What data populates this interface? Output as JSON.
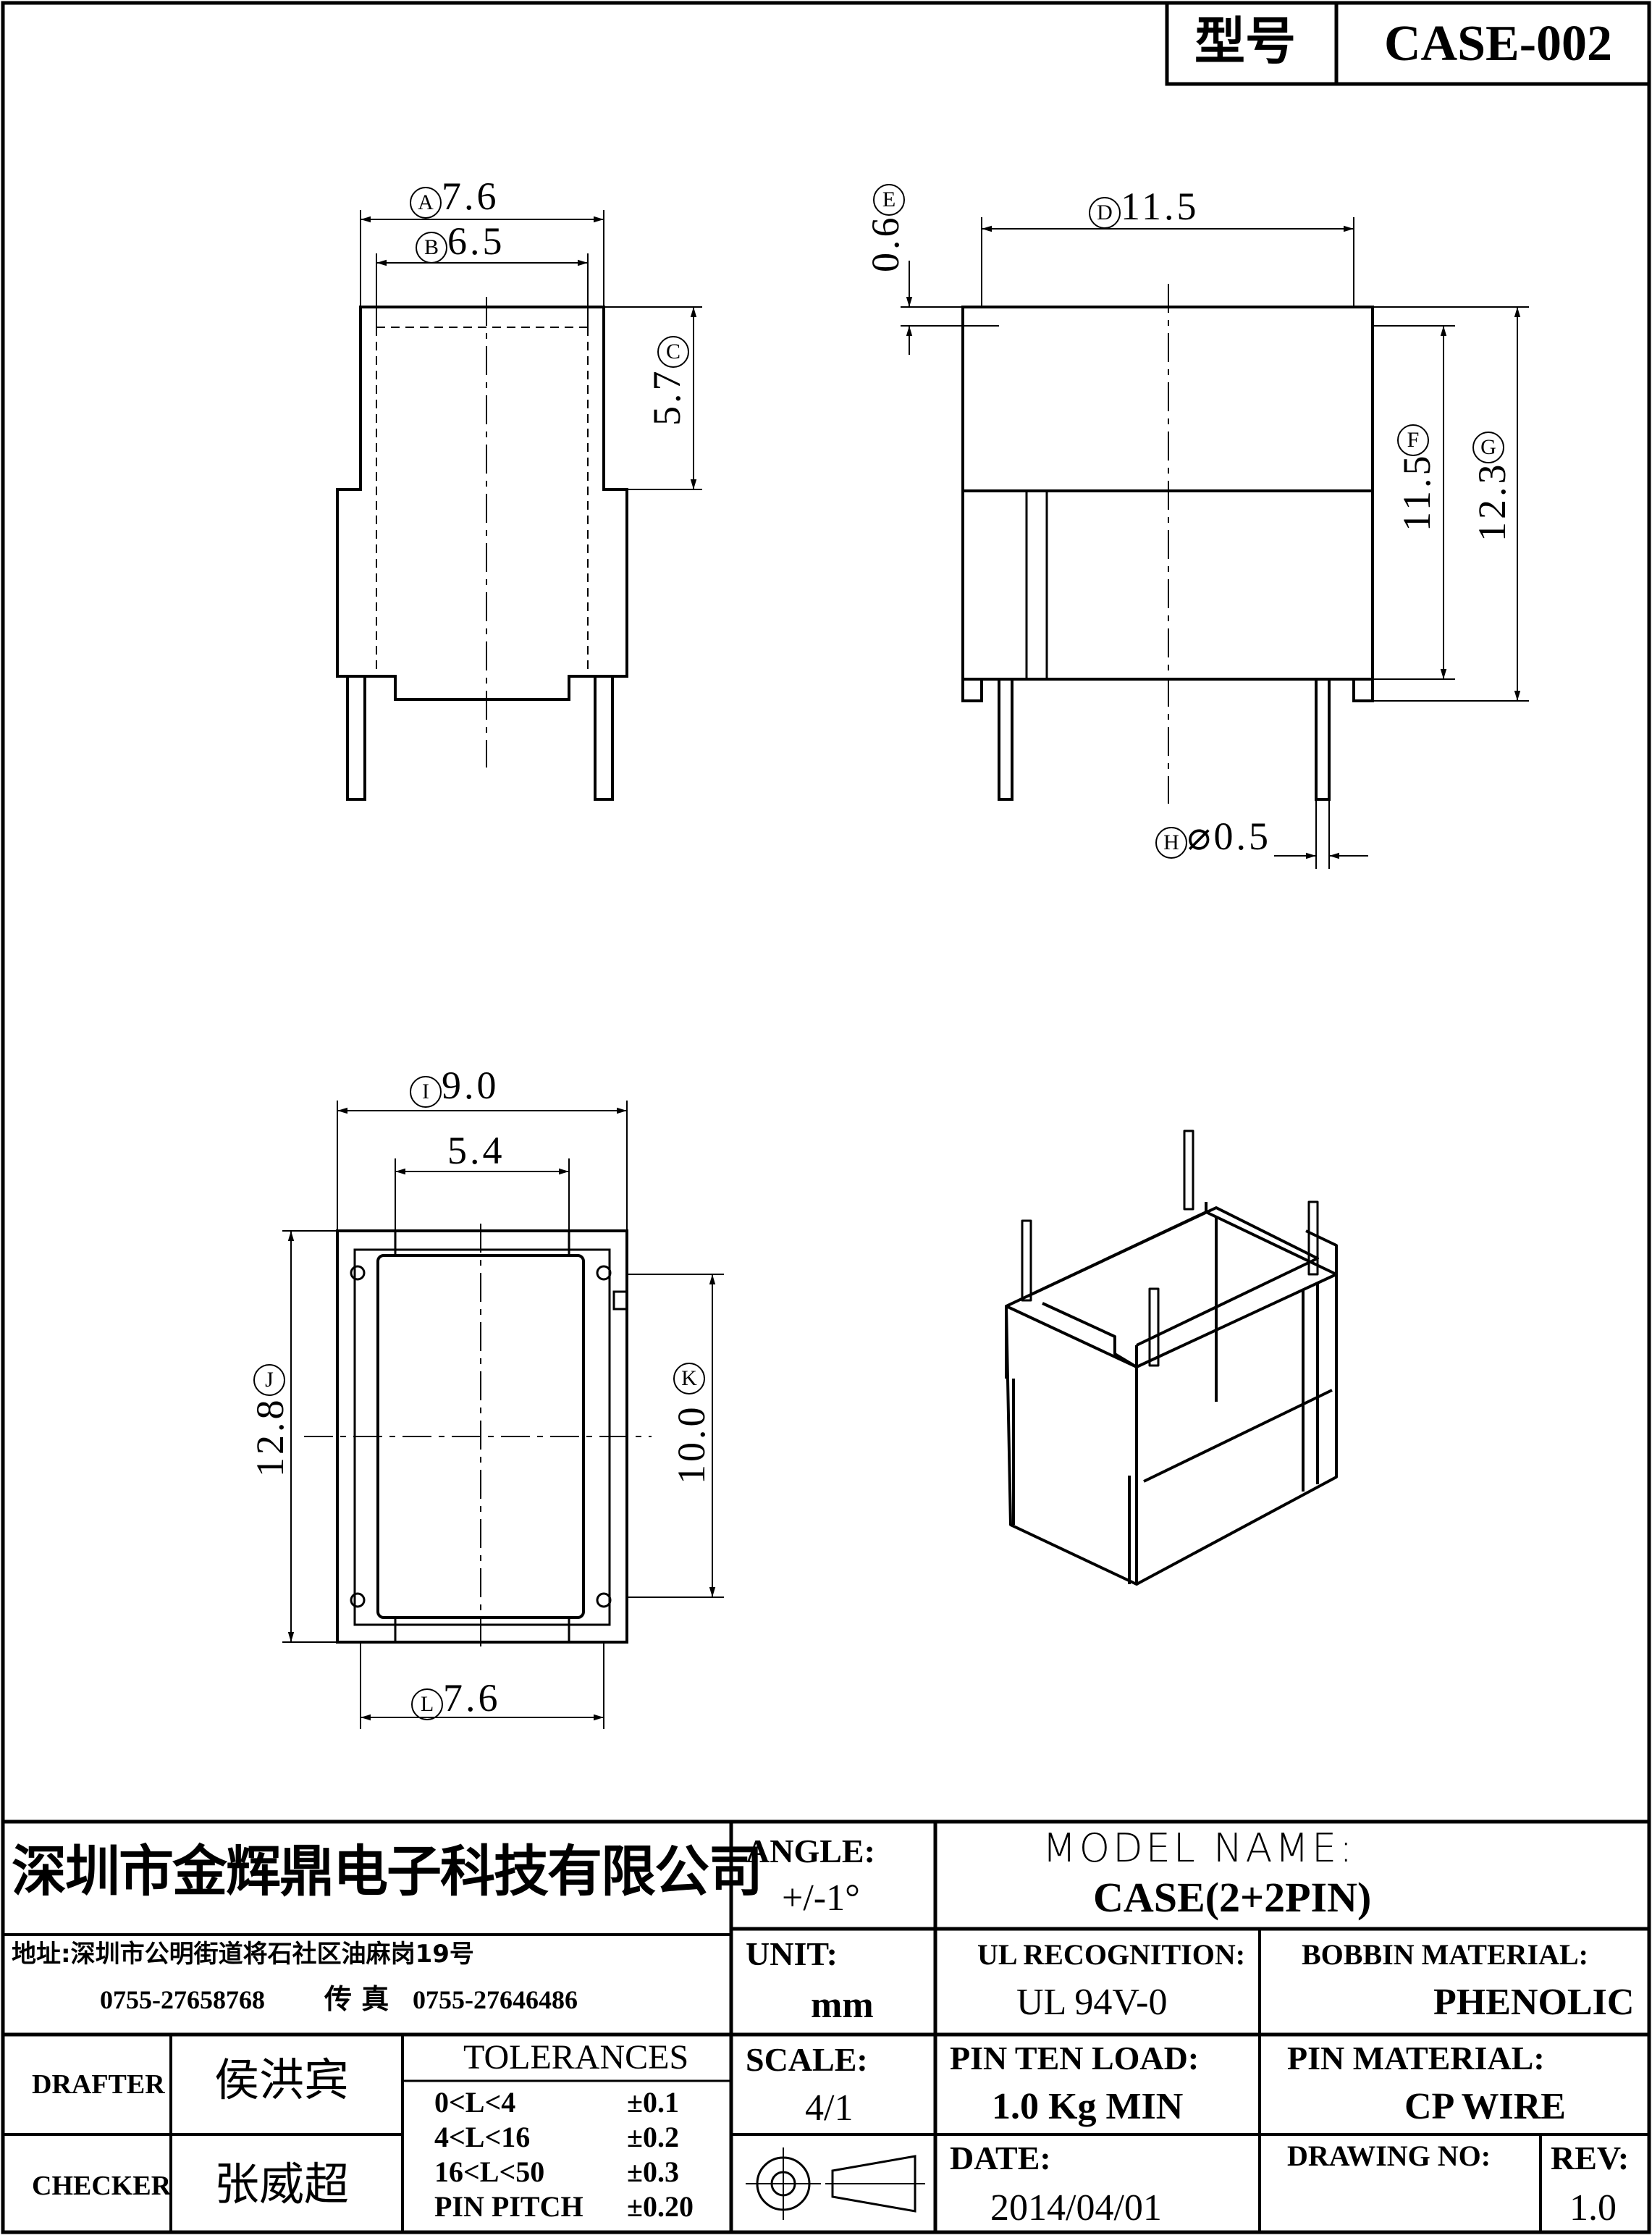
{
  "header": {
    "model_label": "型号",
    "model_value": "CASE-002"
  },
  "dimensions": {
    "A": {
      "letter": "A",
      "value": "7.6"
    },
    "B": {
      "letter": "B",
      "value": "6.5"
    },
    "C": {
      "letter": "C",
      "value": "5.7"
    },
    "D": {
      "letter": "D",
      "value": "11.5"
    },
    "E": {
      "letter": "E",
      "value": "0.6"
    },
    "F": {
      "letter": "F",
      "value": "11.5"
    },
    "G": {
      "letter": "G",
      "value": "12.3"
    },
    "H": {
      "letter": "H",
      "value": "⌀0.5"
    },
    "I": {
      "letter": "I",
      "value": "9.0"
    },
    "slot": {
      "value": "5.4"
    },
    "J": {
      "letter": "J",
      "value": "12.8"
    },
    "K": {
      "letter": "K",
      "value": "10.0"
    },
    "L": {
      "letter": "L",
      "value": "7.6"
    }
  },
  "title_block": {
    "company": "深圳市金辉鼎电子科技有限公司",
    "address": "地址:深圳市公明街道将石社区油麻岗19号",
    "phone": "0755-27658768",
    "fax_label": "传 真",
    "fax": "0755-27646486",
    "angle_label": "ANGLE:",
    "angle_value": "+/-1°",
    "model_name_label": "MODEL NAME:",
    "model_name_value": "CASE(2+2PIN)",
    "unit_label": "UNIT:",
    "unit_value": "mm",
    "ul_label": "UL RECOGNITION:",
    "ul_value": "UL 94V-0",
    "bobbin_label": "BOBBIN MATERIAL:",
    "bobbin_value": "PHENOLIC",
    "drafter_label": "DRAFTER",
    "drafter_value": "侯洪宾",
    "checker_label": "CHECKER",
    "checker_value": "张威超",
    "tolerances_label": "TOLERANCES",
    "tolerances": [
      {
        "range": "0<L<4",
        "value": "±0.1"
      },
      {
        "range": "4<L<16",
        "value": "±0.2"
      },
      {
        "range": "16<L<50",
        "value": "±0.3"
      },
      {
        "range": "PIN PITCH",
        "value": "±0.20"
      }
    ],
    "scale_label": "SCALE:",
    "scale_value": "4/1",
    "pin_load_label": "PIN TEN LOAD:",
    "pin_load_value": "1.0 Kg MIN",
    "pin_material_label": "PIN MATERIAL:",
    "pin_material_value": "CP WIRE",
    "date_label": "DATE:",
    "date_value": "2014/04/01",
    "drawing_no_label": "DRAWING NO:",
    "drawing_no_value": "",
    "rev_label": "REV:",
    "rev_value": "1.0"
  }
}
